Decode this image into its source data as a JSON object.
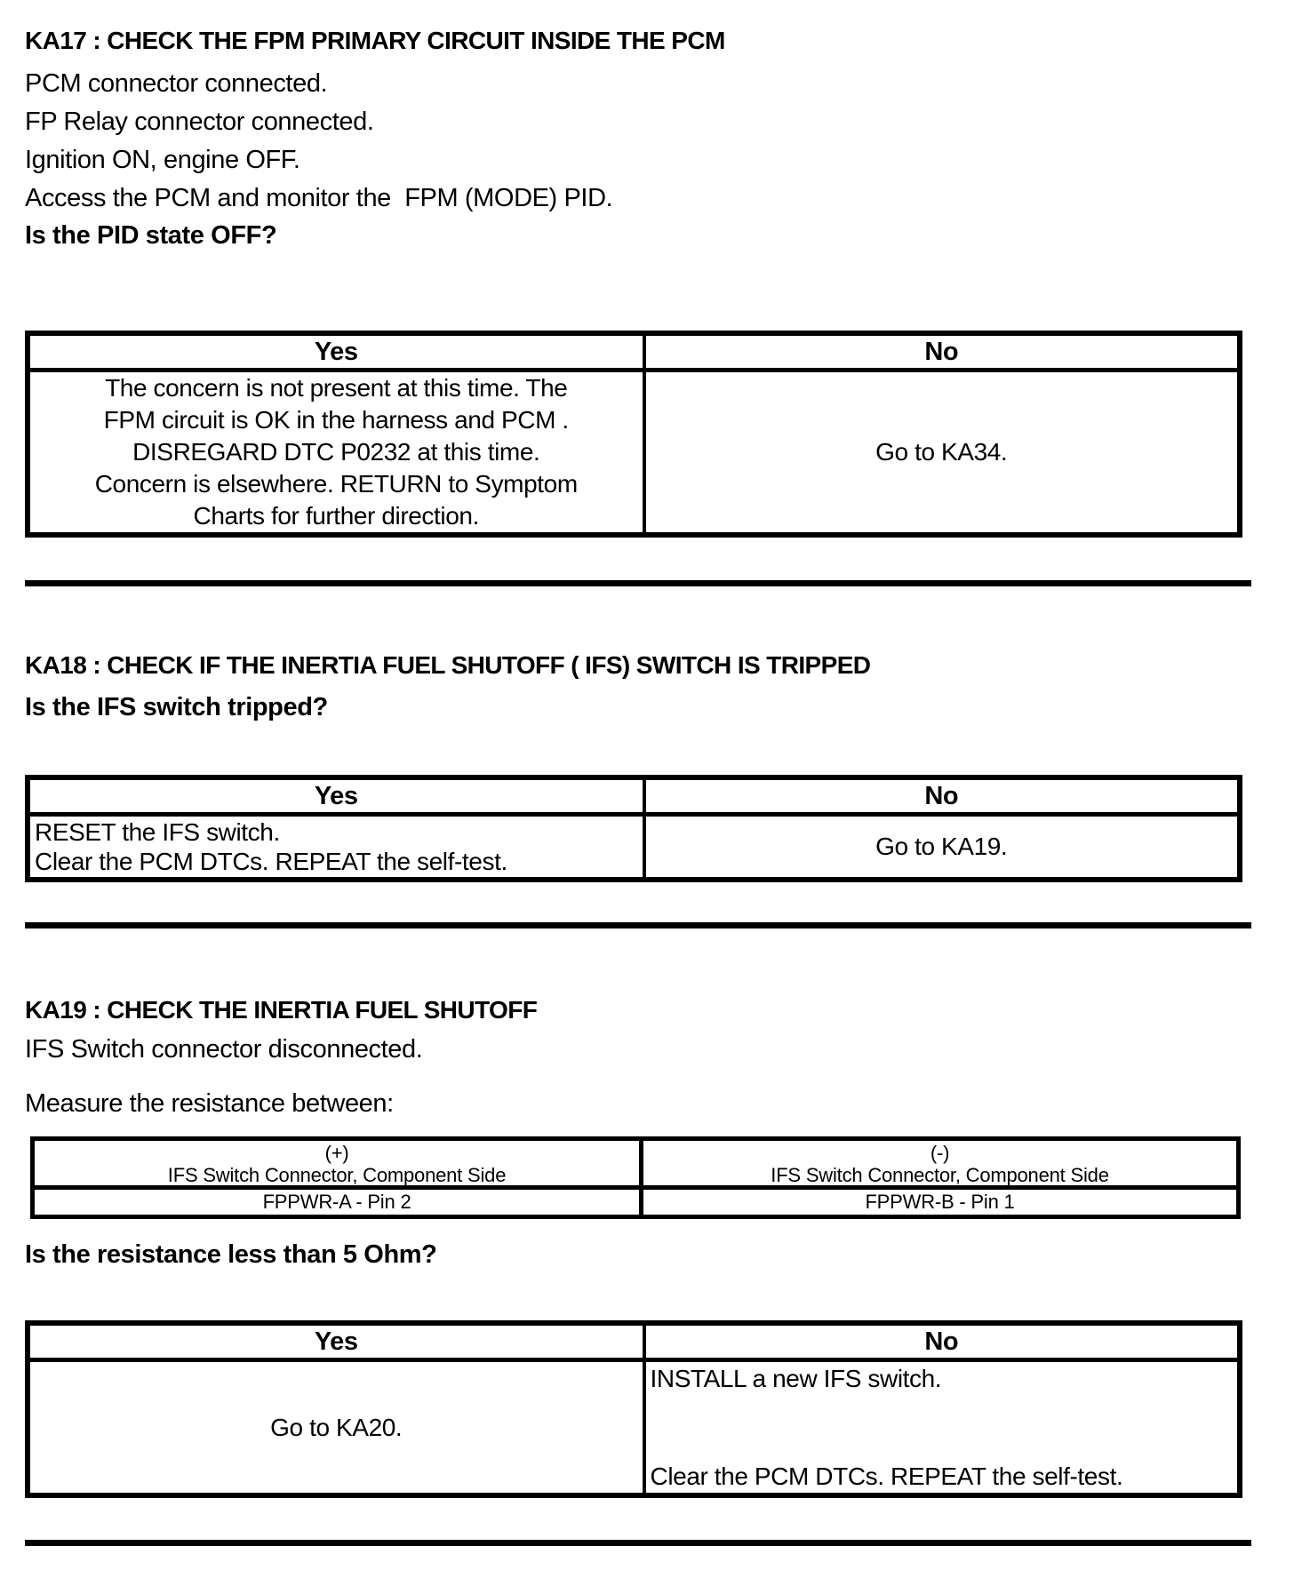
{
  "document": {
    "sections": {
      "ka17": {
        "heading": "KA17 : CHECK THE FPM PRIMARY CIRCUIT INSIDE THE PCM",
        "steps": [
          "PCM connector connected.",
          "FP Relay connector connected.",
          "Ignition ON, engine OFF.",
          "Access the PCM and monitor the  FPM (MODE) PID."
        ],
        "question": "Is the PID state OFF?",
        "result_table": {
          "yes_label": "Yes",
          "no_label": "No",
          "yes_action_lines": [
            "The concern is not present at this time. The",
            "FPM circuit is OK in the harness and PCM .",
            "DISREGARD DTC P0232 at this time.",
            "Concern is elsewhere. RETURN to Symptom",
            "Charts for further direction."
          ],
          "no_action": "Go to KA34."
        }
      },
      "ka18": {
        "heading": "KA18 : CHECK IF THE INERTIA FUEL SHUTOFF ( IFS) SWITCH IS TRIPPED",
        "question": "Is the IFS switch tripped?",
        "result_table": {
          "yes_label": "Yes",
          "no_label": "No",
          "yes_action_lines": [
            "RESET the IFS switch.",
            "Clear the PCM DTCs. REPEAT the self-test."
          ],
          "no_action": "Go to KA19."
        }
      },
      "ka19": {
        "heading": "KA19 : CHECK THE INERTIA FUEL SHUTOFF",
        "steps": [
          "IFS Switch connector disconnected.",
          "Measure the resistance between:"
        ],
        "measurement_table": {
          "positive": {
            "sign": "(+)",
            "connector": "IFS Switch Connector, Component Side",
            "pin": "FPPWR-A - Pin 2"
          },
          "negative": {
            "sign": "(-)",
            "connector": "IFS Switch Connector, Component Side",
            "pin": "FPPWR-B - Pin 1"
          }
        },
        "question": "Is the resistance less than 5 Ohm?",
        "result_table": {
          "yes_label": "Yes",
          "no_label": "No",
          "yes_action": "Go to KA20.",
          "no_action_lines": [
            "INSTALL a new IFS switch.",
            "Clear the PCM DTCs. REPEAT the self-test."
          ]
        }
      }
    }
  }
}
